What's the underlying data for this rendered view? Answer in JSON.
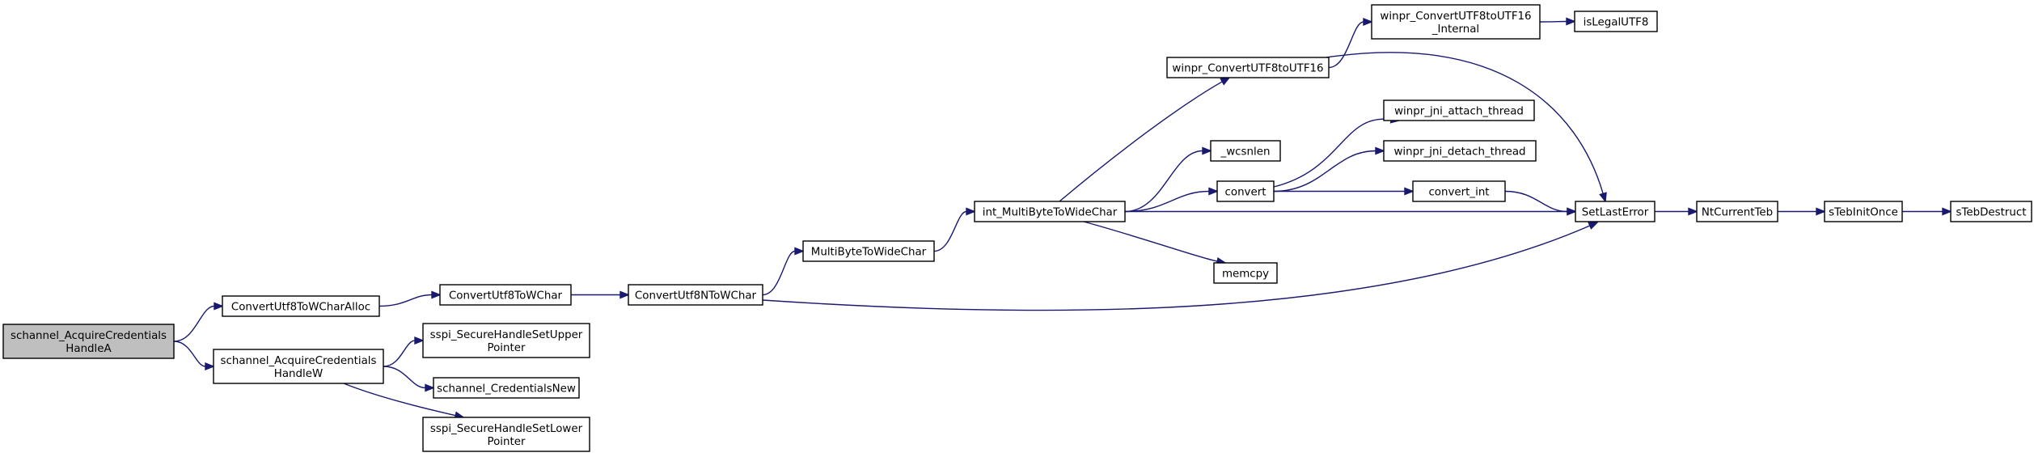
{
  "colors": {
    "edge": "#191970",
    "root_fill": "#bfbfbf",
    "node_fill": "#ffffff",
    "node_border": "#000000"
  },
  "nodes": [
    {
      "id": "n0",
      "lines": [
        "schannel_AcquireCredentials",
        "HandleA"
      ],
      "root": true
    },
    {
      "id": "n1",
      "lines": [
        "ConvertUtf8ToWCharAlloc"
      ]
    },
    {
      "id": "n2",
      "lines": [
        "ConvertUtf8ToWChar"
      ]
    },
    {
      "id": "n3",
      "lines": [
        "ConvertUtf8NToWChar"
      ]
    },
    {
      "id": "n4",
      "lines": [
        "MultiByteToWideChar"
      ]
    },
    {
      "id": "n5",
      "lines": [
        "int_MultiByteToWideChar"
      ]
    },
    {
      "id": "n6",
      "lines": [
        "winpr_ConvertUTF8toUTF16"
      ]
    },
    {
      "id": "n7",
      "lines": [
        "winpr_ConvertUTF8toUTF16",
        "_Internal"
      ]
    },
    {
      "id": "n8",
      "lines": [
        "isLegalUTF8"
      ]
    },
    {
      "id": "n9",
      "lines": [
        "_wcsnlen"
      ]
    },
    {
      "id": "n10",
      "lines": [
        "convert"
      ]
    },
    {
      "id": "n11",
      "lines": [
        "winpr_jni_attach_thread"
      ]
    },
    {
      "id": "n12",
      "lines": [
        "winpr_jni_detach_thread"
      ]
    },
    {
      "id": "n13",
      "lines": [
        "convert_int"
      ]
    },
    {
      "id": "n14",
      "lines": [
        "memcpy"
      ]
    },
    {
      "id": "n15",
      "lines": [
        "SetLastError"
      ]
    },
    {
      "id": "n16",
      "lines": [
        "NtCurrentTeb"
      ]
    },
    {
      "id": "n17",
      "lines": [
        "sTebInitOnce"
      ]
    },
    {
      "id": "n18",
      "lines": [
        "sTebDestruct"
      ]
    },
    {
      "id": "n19",
      "lines": [
        "schannel_AcquireCredentials",
        "HandleW"
      ]
    },
    {
      "id": "n20",
      "lines": [
        "sspi_SecureHandleSetUpper",
        "Pointer"
      ]
    },
    {
      "id": "n21",
      "lines": [
        "schannel_CredentialsNew"
      ]
    },
    {
      "id": "n22",
      "lines": [
        "sspi_SecureHandleSetLower",
        "Pointer"
      ]
    }
  ],
  "edges": [
    [
      "n0",
      "n1"
    ],
    [
      "n0",
      "n19"
    ],
    [
      "n1",
      "n2"
    ],
    [
      "n2",
      "n3"
    ],
    [
      "n3",
      "n4"
    ],
    [
      "n3",
      "n15"
    ],
    [
      "n4",
      "n5"
    ],
    [
      "n5",
      "n6"
    ],
    [
      "n5",
      "n9"
    ],
    [
      "n5",
      "n10"
    ],
    [
      "n5",
      "n14"
    ],
    [
      "n5",
      "n15"
    ],
    [
      "n6",
      "n7"
    ],
    [
      "n6",
      "n15"
    ],
    [
      "n7",
      "n8"
    ],
    [
      "n10",
      "n11"
    ],
    [
      "n10",
      "n12"
    ],
    [
      "n10",
      "n13"
    ],
    [
      "n13",
      "n15"
    ],
    [
      "n15",
      "n16"
    ],
    [
      "n16",
      "n17"
    ],
    [
      "n17",
      "n18"
    ],
    [
      "n19",
      "n20"
    ],
    [
      "n19",
      "n21"
    ],
    [
      "n19",
      "n22"
    ]
  ]
}
